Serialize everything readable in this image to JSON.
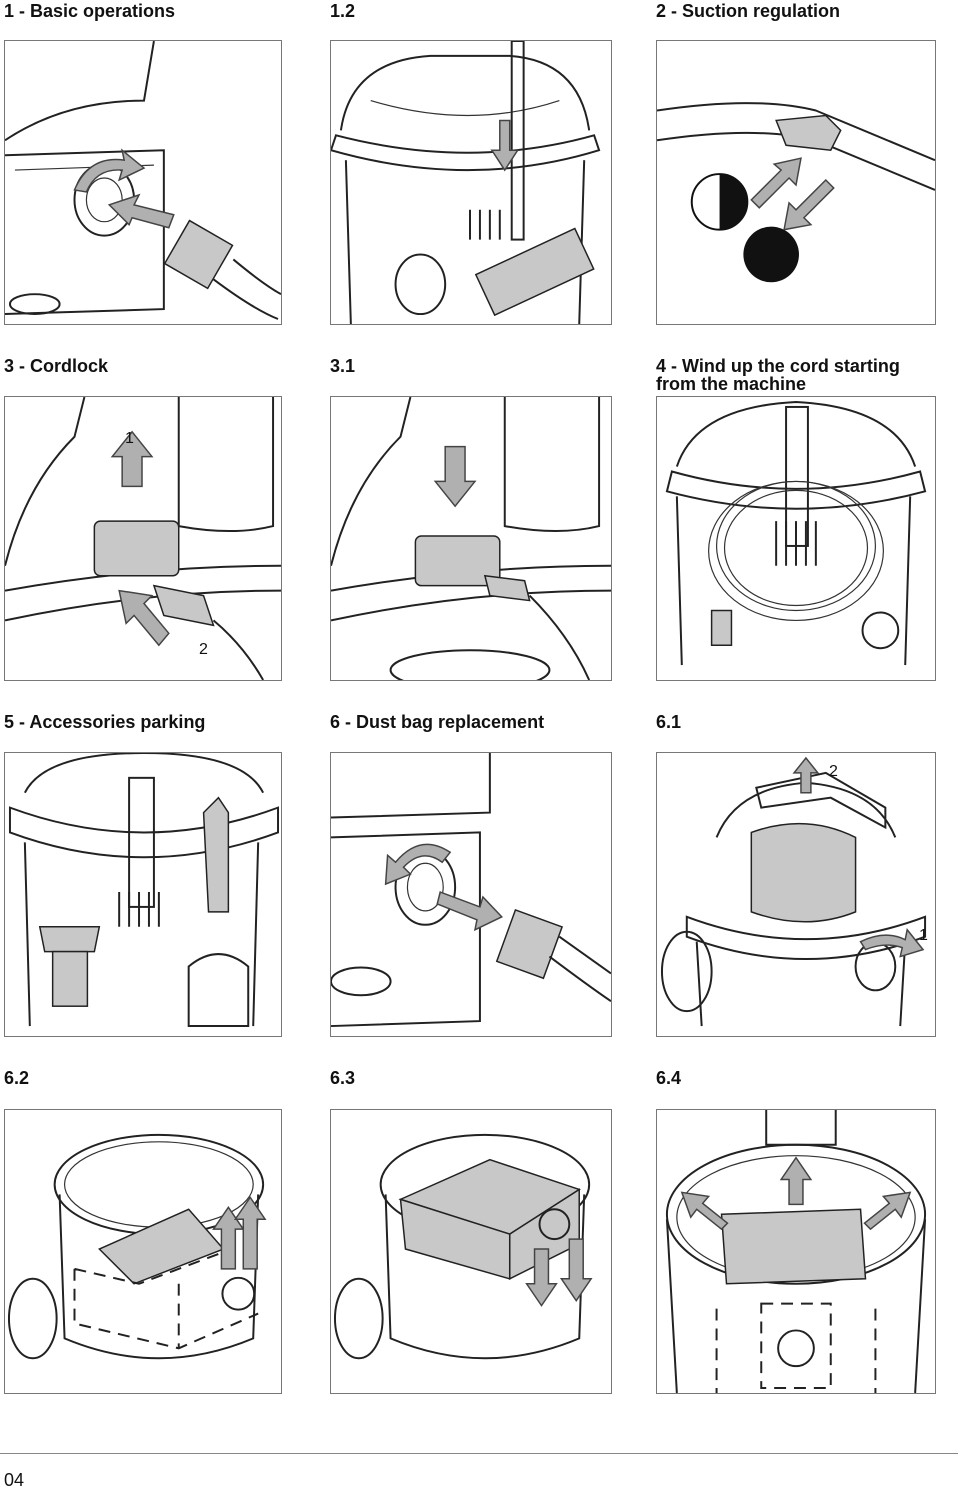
{
  "captions": {
    "c1": "1 - Basic operations",
    "c12": "1.2",
    "c2": "2 - Suction regulation",
    "c3": "3 - Cordlock",
    "c31": "3.1",
    "c4a": "4 - Wind up the cord starting",
    "c4b": "from the machine",
    "c5": "5 - Accessories parking",
    "c6": "6 - Dust bag replacement",
    "c61": "6.1",
    "c62": "6.2",
    "c63": "6.3",
    "c64": "6.4"
  },
  "labels": {
    "cordlock_step1": "1",
    "cordlock_step2": "2",
    "bag_step2": "2",
    "bag_step1": "1"
  },
  "footer": {
    "page_number": "04"
  }
}
